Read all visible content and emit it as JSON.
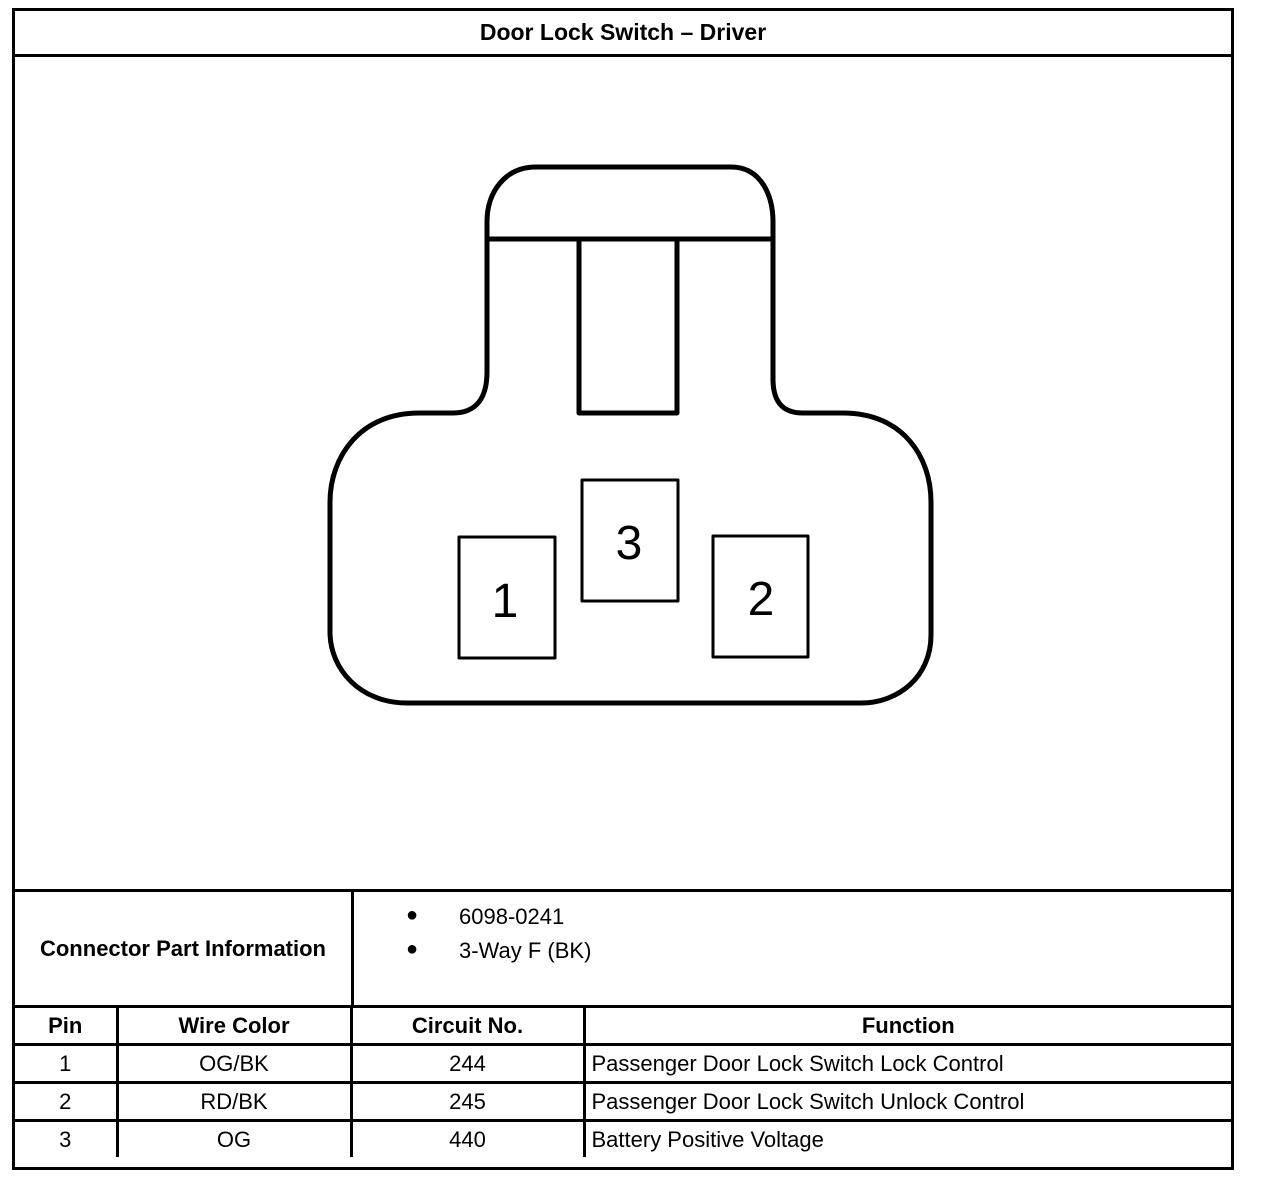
{
  "title": "Door Lock Switch – Driver",
  "connector_pins": [
    "1",
    "3",
    "2"
  ],
  "connector_part_information": {
    "label": "Connector Part Information",
    "items": [
      "6098-0241",
      "3-Way F (BK)"
    ]
  },
  "pin_table": {
    "headers": [
      "Pin",
      "Wire Color",
      "Circuit No.",
      "Function"
    ],
    "rows": [
      [
        "1",
        "OG/BK",
        "244",
        "Passenger Door Lock Switch Lock Control"
      ],
      [
        "2",
        "RD/BK",
        "245",
        "Passenger Door Lock Switch Unlock Control"
      ],
      [
        "3",
        "OG",
        "440",
        "Battery Positive Voltage"
      ]
    ]
  }
}
